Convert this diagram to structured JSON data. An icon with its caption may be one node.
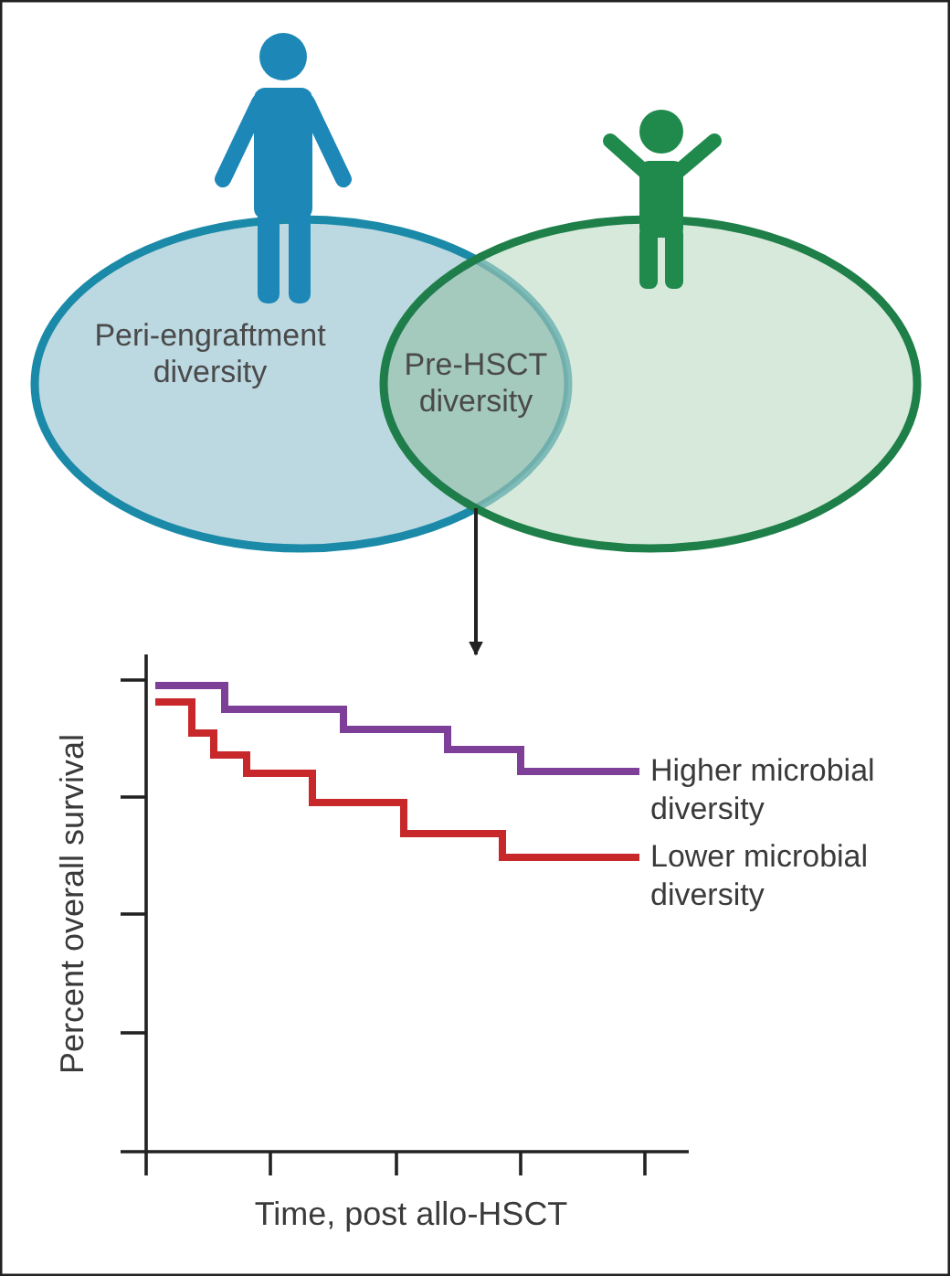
{
  "diagram": {
    "nodes": [
      {
        "text": [
          "Peri-engraftment diversity"
        ]
      },
      {
        "text": [],
        "shape": "ellipse"
      },
      {
        "text": [
          "Pre-HSCT diversity"
        ]
      },
      {
        "text": [],
        "shape": "picture"
      }
    ],
    "edges": [
      {
        "from": 2,
        "to": 3,
        "arrow": "to"
      }
    ],
    "labels": [
      "Higher microbial diversity",
      "Lower microbial diversity",
      "Percent overall survival",
      "Time, post allo-HSCT"
    ]
  }
}
